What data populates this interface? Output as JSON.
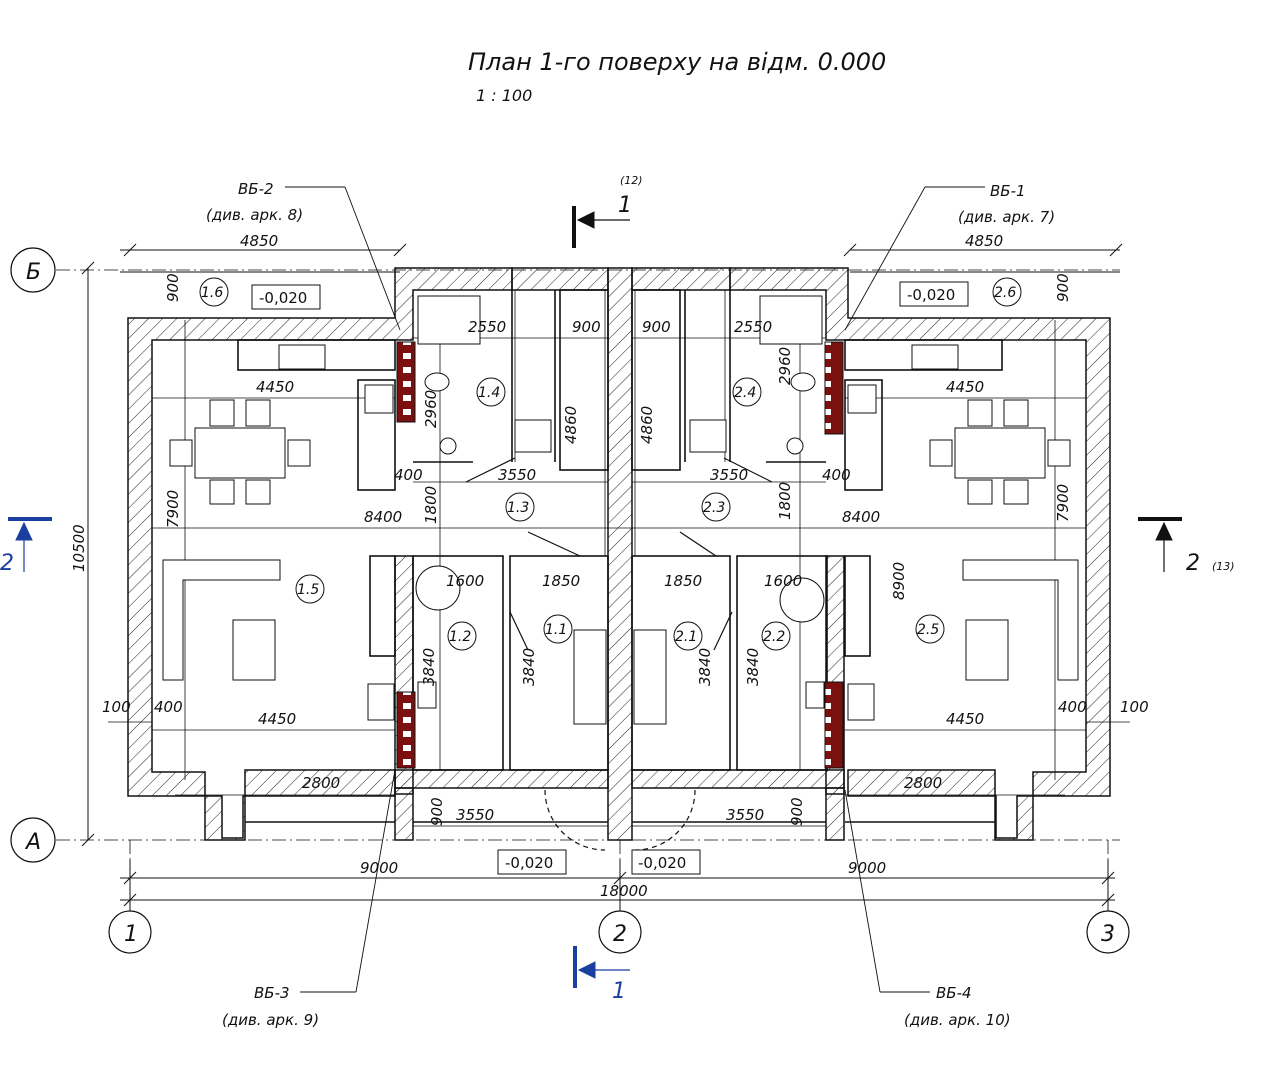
{
  "title": "План 1-го поверху на відм. 0.000",
  "scale": "1 : 100",
  "colors": {
    "ink": "#111111",
    "blue": "#1a3fa0",
    "red": "#8b1414",
    "brick": "#6e0f0f"
  },
  "axes": {
    "rows": [
      "Б",
      "А"
    ],
    "cols": [
      "1",
      "2",
      "3"
    ]
  },
  "beams": [
    {
      "id": "bb2",
      "name": "ВБ-2",
      "ref": "(див. арк. 8)"
    },
    {
      "id": "bb1",
      "name": "ВБ-1",
      "ref": "(див. арк. 7)"
    },
    {
      "id": "bb3",
      "name": "ВБ-3",
      "ref": "(див. арк. 9)"
    },
    {
      "id": "bb4",
      "name": "ВБ-4",
      "ref": "(див. арк. 10)"
    }
  ],
  "sections": {
    "s1_top": {
      "num": "1",
      "sheet": "(12)"
    },
    "s1_bottom": {
      "num": "1"
    },
    "s2_left": {
      "num": "2"
    },
    "s2_right": {
      "num": "2",
      "sheet": "(13)"
    }
  },
  "rooms": [
    "1.1",
    "1.2",
    "1.3",
    "1.4",
    "1.5",
    "1.6",
    "2.1",
    "2.2",
    "2.3",
    "2.4",
    "2.5",
    "2.6"
  ],
  "levels": [
    "-0,020",
    "-0,020",
    "-0,020",
    "-0,020"
  ],
  "dimensions": {
    "top_left": "4850",
    "top_right": "4850",
    "left_total": "10500",
    "bottom_9000_left": "9000",
    "bottom_9000_right": "9000",
    "bottom_total": "18000",
    "d900": "900",
    "d2550": "2550",
    "d2960": "2960",
    "d4450": "4450",
    "d4860": "4860",
    "d400": "400",
    "d3550": "3550",
    "d1800": "1800",
    "d7900": "7900",
    "d8400": "8400",
    "d8900": "8900",
    "d1600": "1600",
    "d1850": "1850",
    "d3840": "3840",
    "d100": "100",
    "d2800": "2800"
  }
}
